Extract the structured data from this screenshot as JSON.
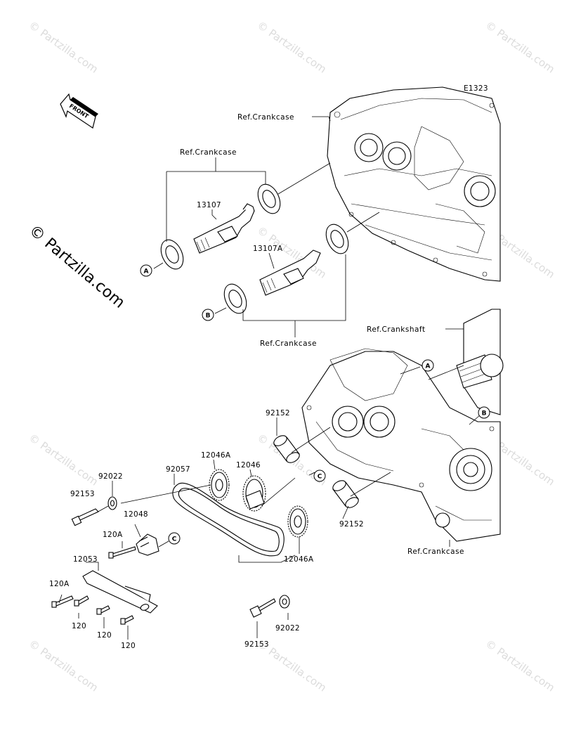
{
  "diagram": {
    "code": "E1323",
    "front_label": "FRONT",
    "watermark": "© Partzilla.com",
    "references": {
      "crankcase_top": "Ref.Crankcase",
      "crankcase_left": "Ref.Crankcase",
      "crankcase_mid": "Ref.Crankcase",
      "crankshaft": "Ref.Crankshaft",
      "crankcase_bottom": "Ref.Crankcase"
    },
    "markers": {
      "a1": "A",
      "b1": "B",
      "a2": "A",
      "b2": "B",
      "c1": "C",
      "c2": "C"
    },
    "parts": {
      "p13107": "13107",
      "p13107A": "13107A",
      "p92152_top": "92152",
      "p92152_bottom": "92152",
      "p12046A_top": "12046A",
      "p12046": "12046",
      "p12046A_bottom": "12046A",
      "p92057": "92057",
      "p92022_top": "92022",
      "p92153_top": "92153",
      "p12048": "12048",
      "p120A_mid": "120A",
      "p12053": "12053",
      "p120A_left": "120A",
      "p120_a": "120",
      "p120_b": "120",
      "p120_c": "120",
      "p92153_bottom": "92153",
      "p92022_bottom": "92022"
    }
  }
}
